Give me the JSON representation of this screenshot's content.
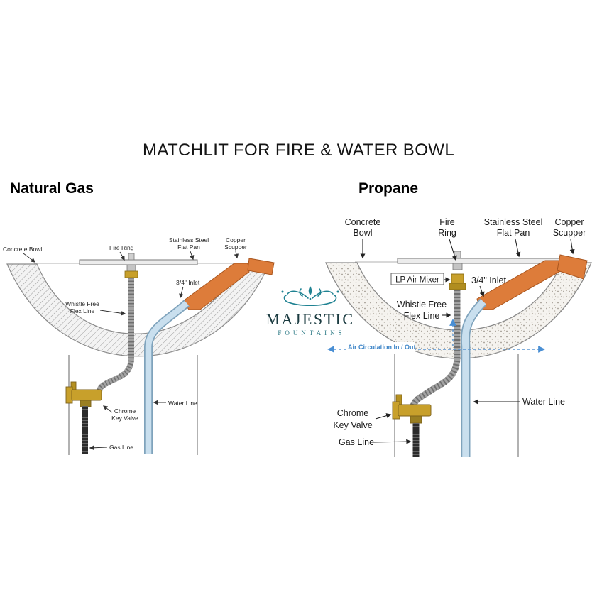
{
  "title": "MATCHLIT FOR FIRE & WATER BOWL",
  "logo": {
    "name": "MAJESTIC",
    "subtitle": "FOUNTAINS"
  },
  "natural_gas": {
    "heading": "Natural Gas",
    "labels": {
      "concrete_bowl": "Concrete Bowl",
      "fire_ring": "Fire Ring",
      "stainless_1": "Stainless Steel",
      "stainless_2": "Flat Pan",
      "copper_1": "Copper",
      "copper_2": "Scupper",
      "inlet": "3/4\" Inlet",
      "whistle_1": "Whistle Free",
      "whistle_2": "Flex Line",
      "chrome_1": "Chrome",
      "chrome_2": "Key Valve",
      "water_line": "Water Line",
      "gas_line": "Gas Line"
    }
  },
  "propane": {
    "heading": "Propane",
    "labels": {
      "concrete_1": "Concrete",
      "concrete_2": "Bowl",
      "fire_1": "Fire",
      "fire_2": "Ring",
      "stainless_1": "Stainless Steel",
      "stainless_2": "Flat Pan",
      "copper_1": "Copper",
      "copper_2": "Scupper",
      "lp_air_mixer": "LP Air Mixer",
      "inlet": "3/4\" Inlet",
      "whistle_1": "Whistle Free",
      "whistle_2": "Flex Line",
      "air_circulation": "Air Circulation In / Out",
      "chrome_1": "Chrome",
      "chrome_2": "Key Valve",
      "gas_line": "Gas Line",
      "water_line": "Water Line"
    }
  },
  "colors": {
    "copper": "#dd7c3a",
    "brass": "#c8a02b",
    "water_line": "#bcd6e8",
    "gas_line": "#2b2b2b",
    "air_flow": "#4a8fd4",
    "logo_teal": "#1f8292"
  }
}
